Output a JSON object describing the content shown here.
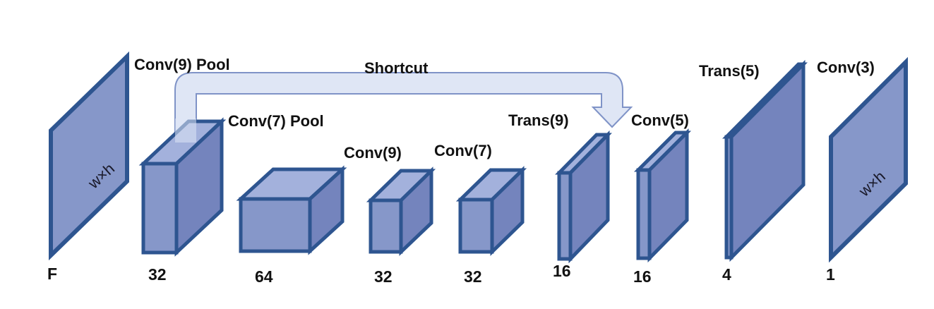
{
  "colors": {
    "face": "#8697c9",
    "face_top": "#a3b1dc",
    "face_side": "#7484bd",
    "edge": "#2e5590",
    "arrow_fill": "#dfe6f5",
    "arrow_edge": "#7f93c7",
    "text": "#111111"
  },
  "shortcut_label": "Shortcut",
  "input_plane": {
    "dim_label": "w×h",
    "size_label": "F"
  },
  "blocks": [
    {
      "op_label": "Conv(9) Pool",
      "size_label": "32"
    },
    {
      "op_label": "Conv(7) Pool",
      "size_label": "64"
    },
    {
      "op_label": "Conv(9)",
      "size_label": "32"
    },
    {
      "op_label": "Conv(7)",
      "size_label": "32"
    },
    {
      "op_label": "Trans(9)",
      "size_label": "16"
    },
    {
      "op_label": "Conv(5)",
      "size_label": "16"
    },
    {
      "op_label": "Trans(5)",
      "size_label": "4"
    }
  ],
  "output_plane": {
    "op_label": "Conv(3)",
    "dim_label": "w×h",
    "size_label": "1"
  }
}
